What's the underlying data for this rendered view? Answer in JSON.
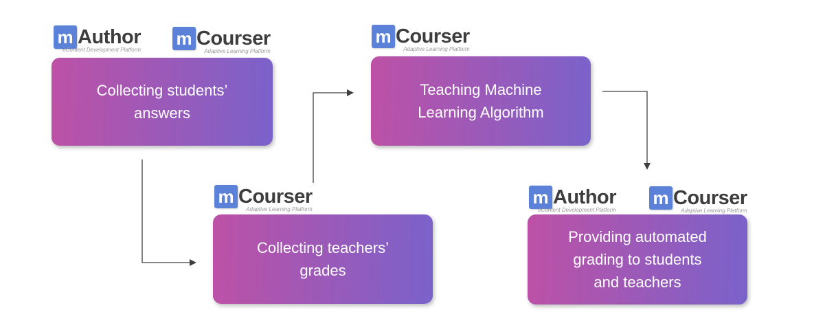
{
  "colors": {
    "background": "#ffffff",
    "brand_blue": "#5b82d8",
    "logo_text": "#3d3d3d",
    "logo_tagline": "#999999",
    "box_gradient_start": "#bd51a6",
    "box_gradient_end": "#7a62ca",
    "box_text": "#ffffff",
    "arrow": "#3f3f3f"
  },
  "logos": {
    "mauthor": {
      "mark": "m",
      "name": "Author",
      "tagline": "eContent Development Platform"
    },
    "mcourser": {
      "mark": "m",
      "name": "Courser",
      "tagline": "Adaptive Learning Platform"
    }
  },
  "flow": {
    "boxes": [
      {
        "id": "collecting-students-answers",
        "label": "Collecting students’\nanswers"
      },
      {
        "id": "teaching-ml-algorithm",
        "label": "Teaching Machine\nLearning Algorithm"
      },
      {
        "id": "collecting-teachers-grades",
        "label": "Collecting teachers’\ngrades"
      },
      {
        "id": "providing-automated-grading",
        "label": "Providing automated\ngrading to students\nand teachers"
      }
    ]
  }
}
